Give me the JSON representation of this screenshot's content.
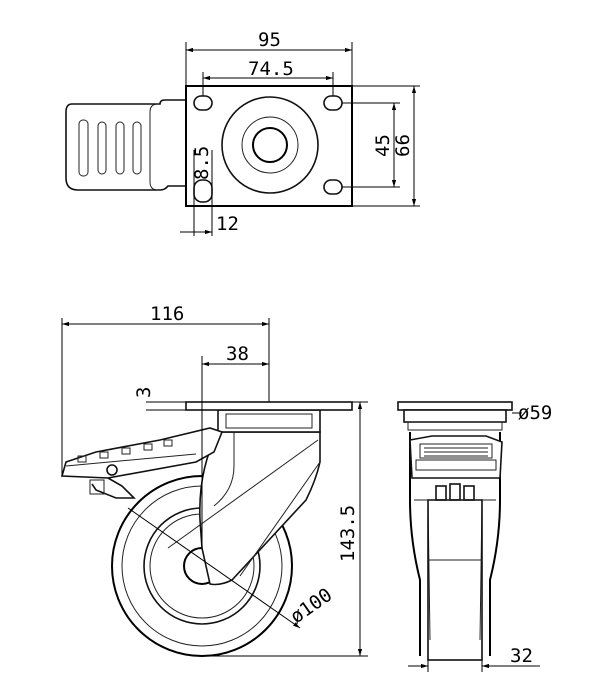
{
  "dimensions": {
    "top_view": {
      "plate_width": "95",
      "hole_spacing_x": "74.5",
      "hole_spacing_y": "45",
      "plate_height": "66",
      "slot_width": "8.5",
      "slot_length": "12"
    },
    "side_view": {
      "overall_length": "116",
      "offset": "38",
      "plate_thickness": "3",
      "overall_height": "143.5",
      "wheel_diameter": "ø100"
    },
    "front_view": {
      "swivel_diameter": "ø59",
      "wheel_width": "32"
    }
  },
  "colors": {
    "line": "#000000",
    "background": "#ffffff"
  }
}
